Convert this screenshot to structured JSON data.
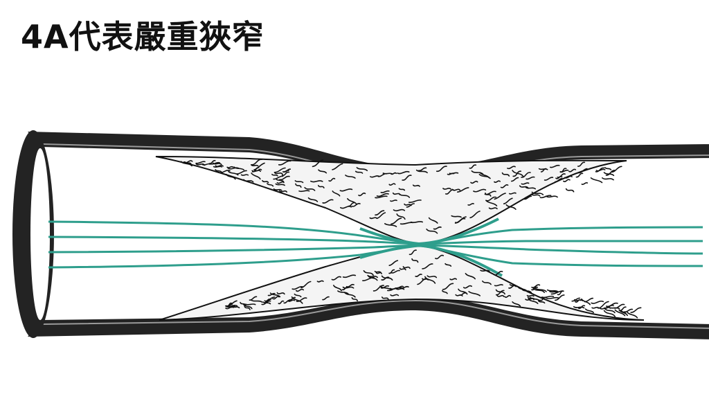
{
  "title": "4A代表嚴重狹窄",
  "colors": {
    "wall": "#232323",
    "wall_highlight": "#9a9a9a",
    "plaque_fill": "#f4f4f4",
    "plaque_texture": "#111111",
    "flow_lines": "#2e9e8c",
    "plaque_edge_teal": "#2e9e8c",
    "background": "#ffffff"
  },
  "diagram": {
    "subject": "stenosed-artery-cross-section",
    "flow_line_count": 4,
    "components": [
      "vessel-wall",
      "upper-plaque",
      "lower-plaque",
      "blood-flow-lines",
      "vessel-opening"
    ]
  }
}
